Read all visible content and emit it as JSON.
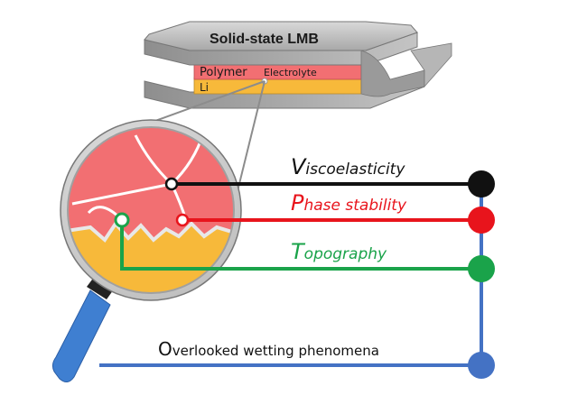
{
  "device": {
    "title": "Solid-state LMB",
    "polymer_label": "Polymer",
    "electrolyte_label": "Electrolyte",
    "li_label": "Li"
  },
  "labels": {
    "viscoelasticity_initial": "V",
    "viscoelasticity_rest": "iscoelasticity",
    "phase_initial": "P",
    "phase_rest": "hase stability",
    "topography_initial": "T",
    "topography_rest": "opography",
    "wetting_initial": "O",
    "wetting_rest": "verlooked wetting phenomena"
  },
  "colors": {
    "viscoelasticity": "#111111",
    "phase": "#e8141c",
    "topography": "#1aa34a",
    "wetting": "#4472c4",
    "polymer": "#f26f72",
    "lithium": "#f7b93a",
    "metal": "#b9b9b9",
    "handle": "#3f7fd1"
  }
}
